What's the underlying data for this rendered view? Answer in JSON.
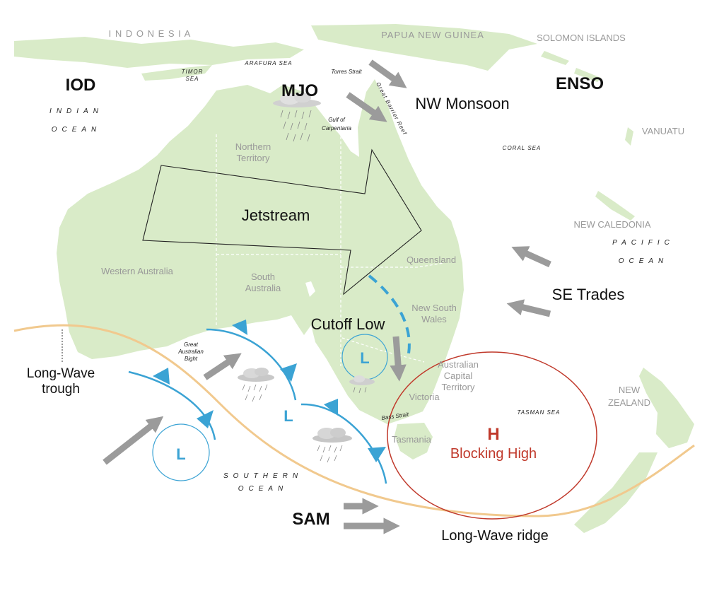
{
  "colors": {
    "land": "#d9ebc8",
    "front": "#3ba3d4",
    "arrow": "#9b9b9b",
    "high": "#c0392b",
    "wave": "#f1c98e"
  },
  "drivers": {
    "iod": "IOD",
    "mjo": "MJO",
    "enso": "ENSO",
    "sam": "SAM"
  },
  "features": {
    "nw_monsoon": "NW Monsoon",
    "jetstream": "Jetstream",
    "se_trades": "SE Trades",
    "cutoff_low": "Cutoff Low",
    "blocking_high_symbol": "H",
    "blocking_high": "Blocking High",
    "low_symbol": "L",
    "long_wave_trough_line1": "Long-Wave",
    "long_wave_trough_line2": "trough",
    "long_wave_ridge": "Long-Wave ridge"
  },
  "countries": {
    "indonesia": "I N D O N E S I A",
    "papua_new_guinea": "PAPUA NEW GUINEA",
    "solomon_islands": "SOLOMON ISLANDS",
    "vanuatu": "VANUATU",
    "new_caledonia": "NEW CALEDONIA",
    "new_zealand_line1": "NEW",
    "new_zealand_line2": "ZEALAND"
  },
  "states": {
    "northern_territory_line1": "Northern",
    "northern_territory_line2": "Territory",
    "western_australia": "Western Australia",
    "south_australia_line1": "South",
    "south_australia_line2": "Australia",
    "queensland": "Queensland",
    "nsw_line1": "New South",
    "nsw_line2": "Wales",
    "act_line1": "Australian",
    "act_line2": "Capital",
    "act_line3": "Territory",
    "victoria": "Victoria",
    "tasmania": "Tasmania"
  },
  "seas": {
    "timor_line1": "TIMOR",
    "timor_line2": "SEA",
    "arafura": "ARAFURA SEA",
    "torres": "Torres Strait",
    "gulf_line1": "Gulf of",
    "gulf_line2": "Carpentaria",
    "great_barrier_reef": "Great Barrier Reef",
    "coral": "CORAL SEA",
    "gab_line1": "Great",
    "gab_line2": "Australian",
    "gab_line3": "Bight",
    "bass": "Bass Strait",
    "tasman": "TASMAN SEA"
  },
  "oceans": {
    "indian_line1": "INDIAN",
    "indian_line2": "OCEAN",
    "pacific_line1": "PACIFIC",
    "pacific_line2": "OCEAN",
    "southern_line1": "SOUTHERN",
    "southern_line2": "OCEAN"
  }
}
